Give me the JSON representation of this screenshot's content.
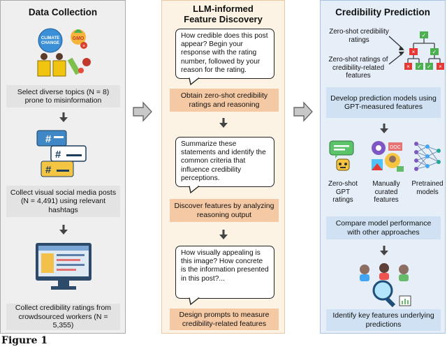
{
  "columns": {
    "left": {
      "title": "Data Collection",
      "icon_badges": [
        "CLIMATE CHANGE",
        "GMO"
      ],
      "step1": "Select diverse topics (N = 8) prone to misinformation",
      "step2": "Collect visual social media posts (N = 4,491) using relevant hashtags",
      "step3": "Collect credibility ratings from crowdsourced workers (N = 5,355)"
    },
    "middle": {
      "title_line1": "LLM-informed",
      "title_line2": "Feature Discovery",
      "bubble1": "How credible does this post appear? Begin your response with the rating number, followed by your reason for the rating.",
      "step1": "Obtain zero-shot credibility ratings and reasoning",
      "bubble2": "Summarize these statements and identify the common criteria that influence credibility perceptions.",
      "step2": "Discover features by analyzing reasoning output",
      "bubble3": "How visually appealing is this image? How concrete is the information presented in this post?...",
      "step3": "Design prompts to measure credibility-related features"
    },
    "right": {
      "title": "Credibility Prediction",
      "input1": "Zero-shot credibility ratings",
      "input2": "Zero-shot ratings of credibility-related features",
      "step1": "Develop prediction models using GPT-measured features",
      "model1": "Zero-shot GPT ratings",
      "model2": "Manually curated features",
      "model3": "Pretrained models",
      "step2": "Compare model performance with other approaches",
      "step3": "Identify key features underlying predictions"
    }
  },
  "figure_label": "Figure 1",
  "colors": {
    "left_bg": "#efefef",
    "left_border": "#a9a9a9",
    "middle_bg": "#fdf3e4",
    "middle_border": "#e9c9a3",
    "right_bg": "#e6eef8",
    "right_border": "#a9c3e0"
  }
}
